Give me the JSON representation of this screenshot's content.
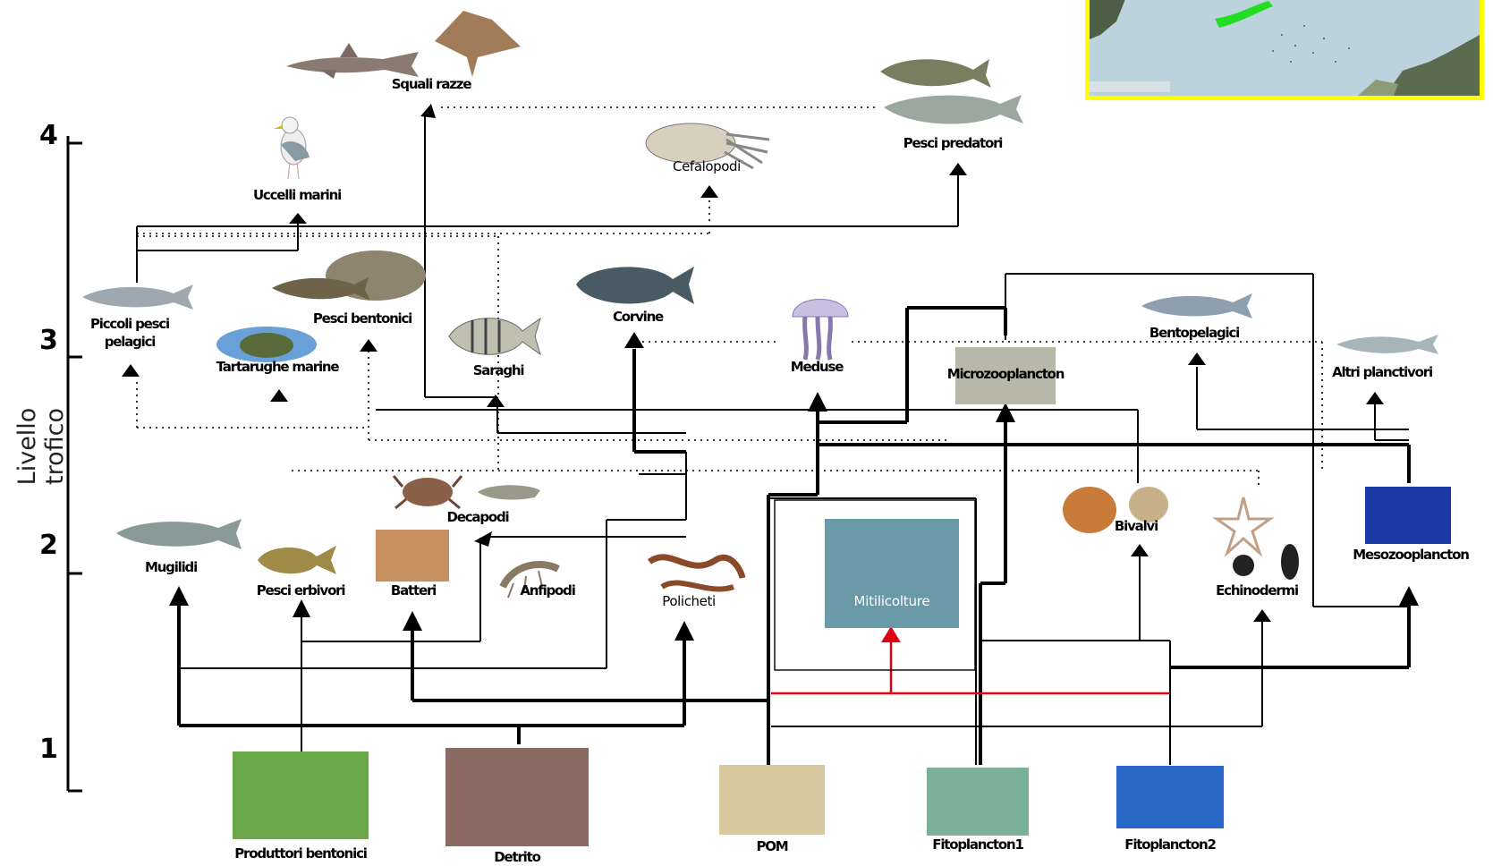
{
  "axis": {
    "title": "Livello trofico",
    "ticks": [
      "4",
      "3",
      "2",
      "1"
    ]
  },
  "groups": {
    "squali_razze": "Squali razze",
    "pesci_predatori": "Pesci predatori",
    "uccelli_marini": "Uccelli marini",
    "cefalopodi": "Cefalopodi",
    "piccoli_pesci_pelagici_1": "Piccoli pesci",
    "piccoli_pesci_pelagici_2": "pelagici",
    "pesci_bentonici": "Pesci bentonici",
    "tartarughe_marine": "Tartarughe marine",
    "saraghi": "Saraghi",
    "corvine": "Corvine",
    "meduse": "Meduse",
    "microzooplancton": "Microzooplancton",
    "bentopelagici": "Bentopelagici",
    "altri_planctivori": "Altri planctivori",
    "decapodi": "Decapodi",
    "mugilidi": "Mugilidi",
    "pesci_erbivori": "Pesci erbivori",
    "batteri": "Batteri",
    "anfipodi": "Anfipodi",
    "policheti": "Policheti",
    "mitilicolture": "Mitilicolture",
    "bivalvi": "Bivalvi",
    "echinodermi": "Echinodermi",
    "mesozooplancton": "Mesozooplancton",
    "produttori_bentonici": "Produttori bentonici",
    "detrito": "Detrito",
    "pom": "POM",
    "fitoplancton1": "Fitoplancton1",
    "fitoplancton2": "Fitoplancton2"
  },
  "colors": {
    "link": "#000000",
    "mussel_link": "#e0000f",
    "inset_border": "#ffff00"
  },
  "icons": [
    "shark-icon",
    "ray-icon",
    "gull-icon",
    "cuttlefish-icon",
    "predatory-fish-icon",
    "pelagic-fish-icon",
    "flatfish-icon",
    "turtle-icon",
    "sea-bream-icon",
    "croaker-icon",
    "jellyfish-icon",
    "microzooplankton-photo",
    "sardine-icon",
    "anchovy-icon",
    "crab-icon",
    "shrimp-icon",
    "mullet-icon",
    "herbivore-fish-icon",
    "bacteria-photo",
    "amphipod-icon",
    "worm-icon",
    "mussel-farm-photo",
    "scallop-icon",
    "starfish-icon",
    "mesozooplankton-photo",
    "seagrass-photo",
    "sediment-photo",
    "pom-photo",
    "phytoplankton-photo",
    "diatom-photo",
    "map-inset"
  ]
}
